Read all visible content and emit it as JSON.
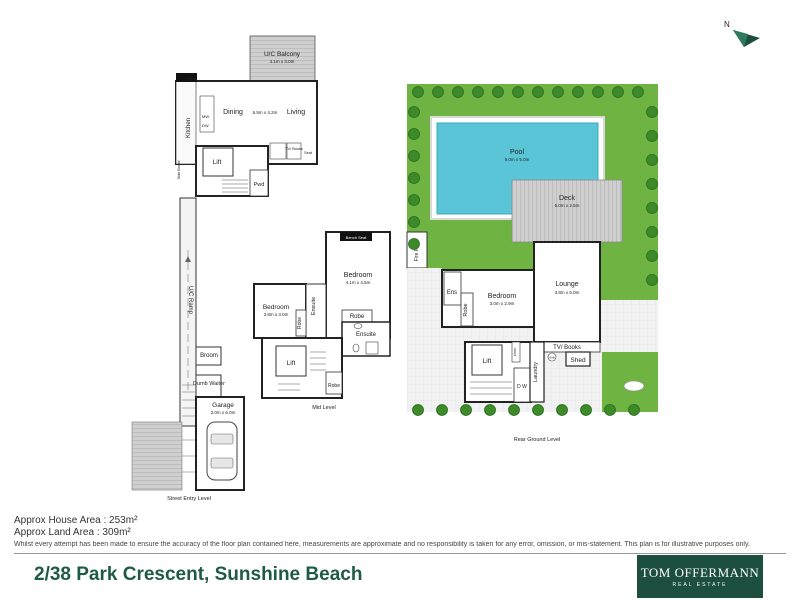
{
  "compass": {
    "letter": "N"
  },
  "levels": {
    "street": "Street Entry Level",
    "mid": "Mid Level",
    "rear": "Rear Ground Level"
  },
  "rooms": {
    "balcony": {
      "name": "U/C Balcony",
      "dims": "4.1m x 3.0m"
    },
    "kitchen": "Kitchen",
    "dining": "Dining",
    "dining_dims": "6.5m x 4.2m",
    "living": "Living",
    "mw": "MW",
    "dw": "DW",
    "seat": "Seat",
    "tv_books": "TV/ Books",
    "lift": "Lift",
    "pwd": "Pwd",
    "side_board": "Side Board",
    "ramp": "U/C Ramp",
    "broom": "Broom",
    "dumb_waiter": "Dumb Waiter",
    "garage": {
      "name": "Garage",
      "dims": "3.0m x 6.0m"
    },
    "mid_bed1": {
      "name": "Bedroom",
      "dims": "3.8m x 3.0m"
    },
    "mid_bed2": {
      "name": "Bedroom",
      "dims": "4.1m x 4.5m"
    },
    "ensuite": "Ensuite",
    "robe": "Robe",
    "bench_seat": "Bench Seat",
    "pool": {
      "name": "Pool",
      "dims": "9.0m x 5.0m"
    },
    "deck": {
      "name": "Deck",
      "dims": "6.0m x 2.5m"
    },
    "fire_place": "Fire Place",
    "rear_bed": {
      "name": "Bedroom",
      "dims": "3.0m x 2.9m"
    },
    "ens": "Ens",
    "lounge": {
      "name": "Lounge",
      "dims": "3.8m x 6.0m"
    },
    "tv_books_rear": "TV/ Books",
    "shed": "Shed",
    "laundry": "Laundry",
    "d_w": "D W",
    "linen": "Linen",
    "sink": "Sink"
  },
  "areas": {
    "house": "Approx House Area : 253m²",
    "land": "Approx Land Area : 309m²"
  },
  "disclaimer": "Whilst every attempt has been made to ensure the accuracy of the floor plan contained here, measurements are approximate and no responsibility is taken for any error, omission, or mis-statement. This plan is for illustrative purposes only.",
  "address": "2/38 Park Crescent, Sunshine Beach",
  "logo": {
    "line1": "TOM OFFERMANN",
    "line2": "REAL ESTATE"
  },
  "colors": {
    "brand": "#1c4f3f",
    "address": "#1f5a47",
    "lawn": "#6fb343",
    "pool": "#5bc5d8",
    "deck": "#c9c9c9"
  }
}
